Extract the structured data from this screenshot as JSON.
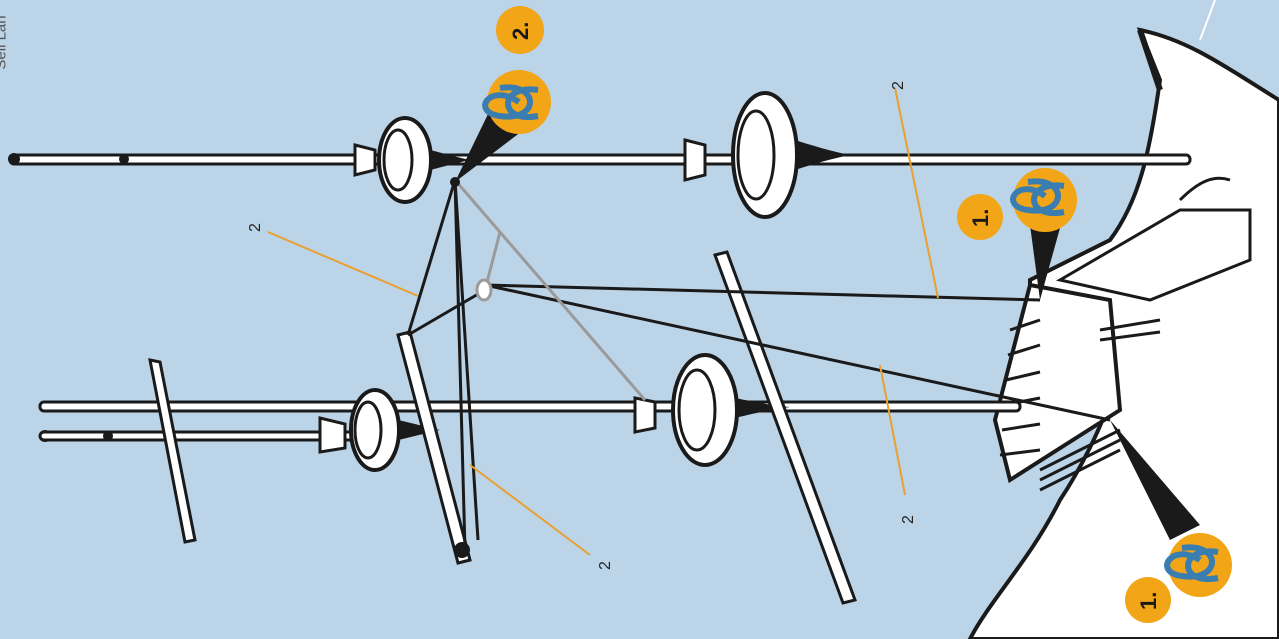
{
  "header": {
    "corner_text": "Seil Län"
  },
  "callouts": {
    "step_top": "2.",
    "step_middle_right": "1.",
    "step_bottom_right": "1."
  },
  "rope_labels": {
    "upper_right": "2",
    "upper_left": "2",
    "lower_middle": "2",
    "lower_right": "2"
  },
  "colors": {
    "background": "#bcd4e8",
    "callout_fill": "#f2a516",
    "rope_dark": "#1a1a1a",
    "rope_light": "#9a9a9a",
    "leader_line": "#e8a030",
    "knot_blue": "#3a7db0"
  }
}
